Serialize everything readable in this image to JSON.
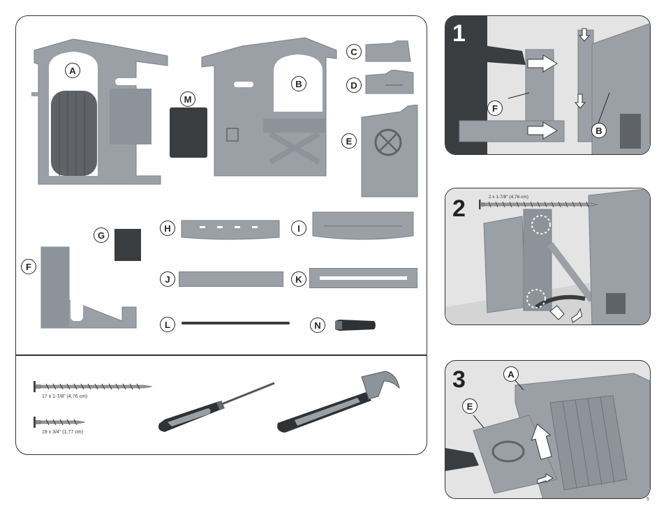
{
  "parts": {
    "a": "A",
    "b": "B",
    "c": "C",
    "d": "D",
    "e": "E",
    "f": "F",
    "g": "G",
    "h": "H",
    "i": "I",
    "j": "J",
    "k": "K",
    "l": "L",
    "m": "M",
    "n": "N"
  },
  "hardware": {
    "long_screw": "17 x 1-7/8\" (4,76 cm)",
    "short_screw": "19 x 3/4\" (1,77 cm)"
  },
  "steps": {
    "step1": {
      "number": "1",
      "labels": [
        "F",
        "B"
      ]
    },
    "step2": {
      "number": "2",
      "screw": "2 x 1-7/8\" (4,76 cm)"
    },
    "step3": {
      "number": "3",
      "labels": [
        "A",
        "E"
      ]
    }
  },
  "page_number": "5",
  "colors": {
    "part_gray": "#9aa0a6",
    "dark_gray": "#5f6368",
    "photo_bg": "#e4e4e4"
  }
}
